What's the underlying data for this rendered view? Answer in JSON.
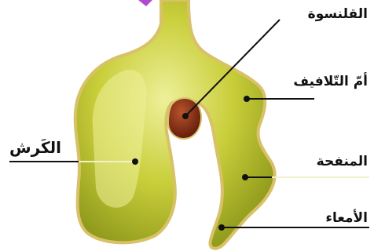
{
  "title": "",
  "colors": {
    "organ_fill": "#c9ce3a",
    "organ_light": "#e9ec8a",
    "organ_dark": "#7e8a12",
    "outline": "#d9c16a",
    "bonnet_fill": "#9a3b1e",
    "bonnet_dark": "#5e1a08",
    "top_accent": "#b04ad0",
    "line": "#111111",
    "highlight_line": "#f1f2c8"
  },
  "labels": {
    "qalansuwa": "القلنسوة",
    "omm_tallafif": "أمّ التّلافيف",
    "kirsh": "الكَرش",
    "infaha": "المنفحة",
    "amaa": "الأمعاء"
  }
}
